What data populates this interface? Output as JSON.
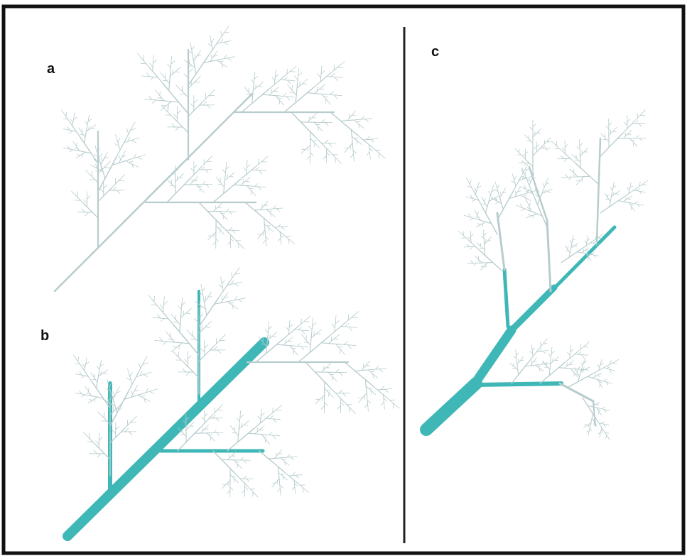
{
  "figure": {
    "panels": [
      {
        "label": "a"
      },
      {
        "label": "b"
      },
      {
        "label": "c"
      }
    ]
  },
  "colors": {
    "frame": "#111111",
    "divider": "#222222",
    "thin_branch": "#b8cccd",
    "thick_branch": "#3fb7b7",
    "background": "#ffffff"
  }
}
